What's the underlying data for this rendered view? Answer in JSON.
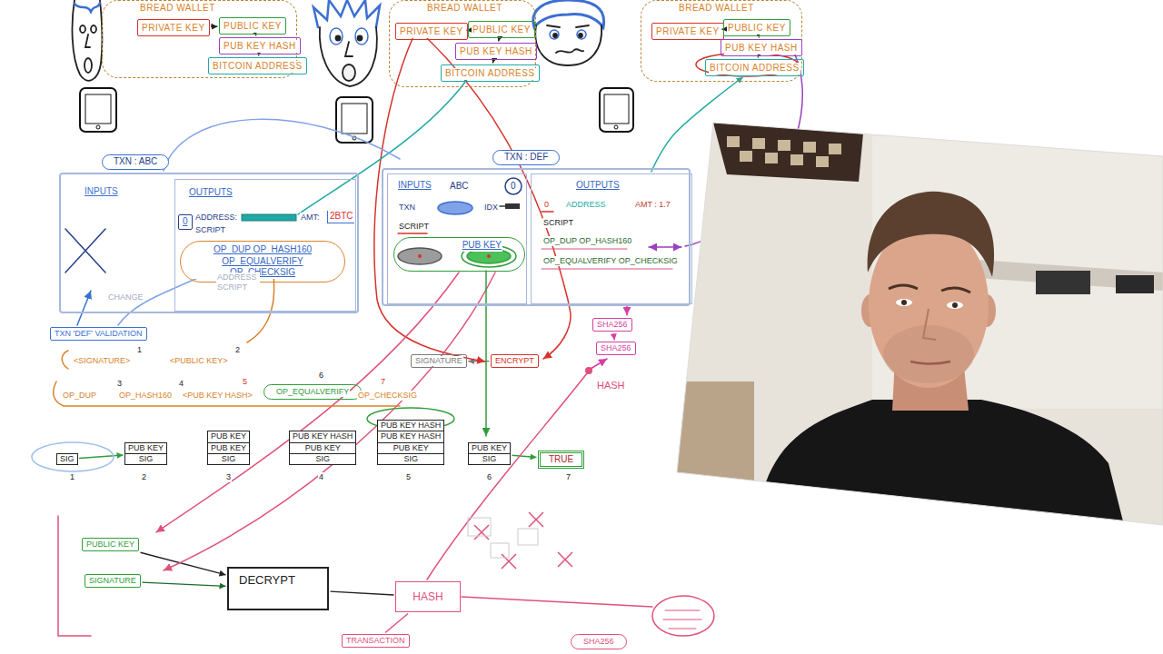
{
  "diagram": {
    "nodes": [
      {
        "text": [
          "BREAD WALLET"
        ]
      },
      {
        "text": [
          "PRIVATE KEY"
        ],
        "in": 0
      },
      {
        "text": [
          "PUBLIC KEY"
        ],
        "in": 0
      },
      {
        "text": [
          "PUB KEY HASH"
        ],
        "in": 0
      },
      {
        "text": [
          "BITCOIN ADDRESS"
        ],
        "in": 0
      },
      {
        "text": [
          "BREAD WALLET"
        ]
      },
      {
        "text": [
          "PRIVATE KEY"
        ],
        "in": 5
      },
      {
        "text": [
          "PUBLIC KEY"
        ],
        "in": 5
      },
      {
        "text": [
          "PUB KEY HASH"
        ],
        "in": 5
      },
      {
        "text": [
          "BITCOIN ADDRESS"
        ],
        "in": 5
      },
      {
        "text": [
          "BREAD WALLET"
        ]
      },
      {
        "text": [
          "PRIVATE KEY"
        ],
        "in": 10
      },
      {
        "text": [
          "PUBLIC KEY"
        ],
        "in": 10
      },
      {
        "text": [
          "PUB KEY HASH"
        ],
        "in": 10
      },
      {
        "text": [
          "BITCOIN ADDRESS"
        ],
        "in": 10
      },
      {
        "text": [
          "TXN : ABC"
        ]
      },
      {
        "text": [
          "OUTPUTS"
        ],
        "in": 15
      },
      {
        "text": [
          "0"
        ],
        "in": 16
      },
      {
        "text": [
          "OP_DUP OP_HASH160 OP_EQUALVERIFY OP_CHECKSIG"
        ],
        "in": 16
      },
      {
        "text": [
          "TXN : DEF"
        ]
      },
      {
        "text": [
          "INPUTS"
        ],
        "in": 19
      },
      {
        "text": [
          "PUB KEY"
        ],
        "in": 20
      },
      {
        "text": [
          "OUTPUTS"
        ],
        "in": 19
      },
      {
        "text": [
          "TXN 'DEF' VALIDATION"
        ]
      },
      {
        "text": [
          "OP_EQUALVERIFY"
        ]
      },
      {
        "text": [
          "SIGNATURE"
        ]
      },
      {
        "text": [
          "ENCRYPT"
        ]
      },
      {
        "text": [
          "SHA256"
        ]
      },
      {
        "text": [
          "SHA256"
        ]
      },
      {
        "text": [
          "SIG"
        ]
      },
      {
        "text": [
          "PUB KEY",
          "SIG"
        ]
      },
      {
        "text": [
          "PUB KEY",
          "PUB KEY",
          "SIG"
        ]
      },
      {
        "text": [
          "PUB KEY HASH",
          "PUB KEY",
          "SIG"
        ]
      },
      {
        "text": [
          "PUB KEY HASH",
          "PUB KEY HASH",
          "PUB KEY",
          "SIG"
        ]
      },
      {
        "text": [
          "PUB KEY",
          "SIG"
        ]
      },
      {
        "text": [
          "TRUE"
        ]
      },
      {
        "text": [
          "PUBLIC KEY"
        ]
      },
      {
        "text": [
          "SIGNATURE"
        ]
      },
      {
        "text": [
          "DECRYPT"
        ]
      },
      {
        "text": [
          "HASH"
        ]
      },
      {
        "text": [
          "TRANSACTION"
        ]
      },
      {
        "text": [
          "SHA256"
        ]
      }
    ],
    "edges": [
      {
        "from": 1,
        "to": 2,
        "arrow": "to"
      },
      {
        "from": 2,
        "to": 3,
        "arrow": "to"
      },
      {
        "from": 3,
        "to": 4,
        "arrow": "to"
      },
      {
        "from": 6,
        "to": 7,
        "arrow": "to"
      },
      {
        "from": 7,
        "to": 8,
        "arrow": "to"
      },
      {
        "from": 8,
        "to": 9,
        "arrow": "to"
      },
      {
        "from": 11,
        "to": 12,
        "arrow": "to"
      },
      {
        "from": 12,
        "to": 13,
        "arrow": "to"
      },
      {
        "from": 13,
        "to": 14,
        "arrow": "to"
      },
      {
        "from": 22,
        "to": 14,
        "arrow": "to"
      },
      {
        "from": 27,
        "to": 28,
        "arrow": "to"
      },
      {
        "from": 26,
        "to": 25,
        "arrow": "to"
      },
      {
        "from": 29,
        "to": 30,
        "arrow": "to"
      },
      {
        "from": 34,
        "to": 35,
        "arrow": "to"
      },
      {
        "from": 36,
        "to": 38,
        "arrow": "to"
      },
      {
        "from": 37,
        "to": 38,
        "arrow": "to"
      },
      {
        "from": 38,
        "to": 39,
        "arrow": "none"
      },
      {
        "from": 39,
        "to": 40,
        "arrow": "none"
      }
    ],
    "labels": [
      "INPUTS",
      "ADDRESS:",
      "AMT:",
      "2BTC",
      "SCRIPT",
      "ADDRESS SCRIPT",
      "CHANGE",
      "ABC",
      "0",
      "TXN",
      "IDX",
      "SCRIPT",
      "0",
      "ADDRESS",
      "AMT : 1.7",
      "SCRIPT",
      "OP_DUP OP_HASH160",
      "OP_EQUALVERIFY OP_CHECKSIG",
      "1",
      "2",
      "<SIGNATURE>",
      "<PUBLIC KEY>",
      "3",
      "4",
      "5",
      "6",
      "7",
      "OP_DUP",
      "OP_HASH160",
      "<PUB KEY HASH>",
      "OP_CHECKSIG",
      "HASH",
      "1",
      "2",
      "3",
      "4",
      "5",
      "6",
      "7"
    ]
  }
}
